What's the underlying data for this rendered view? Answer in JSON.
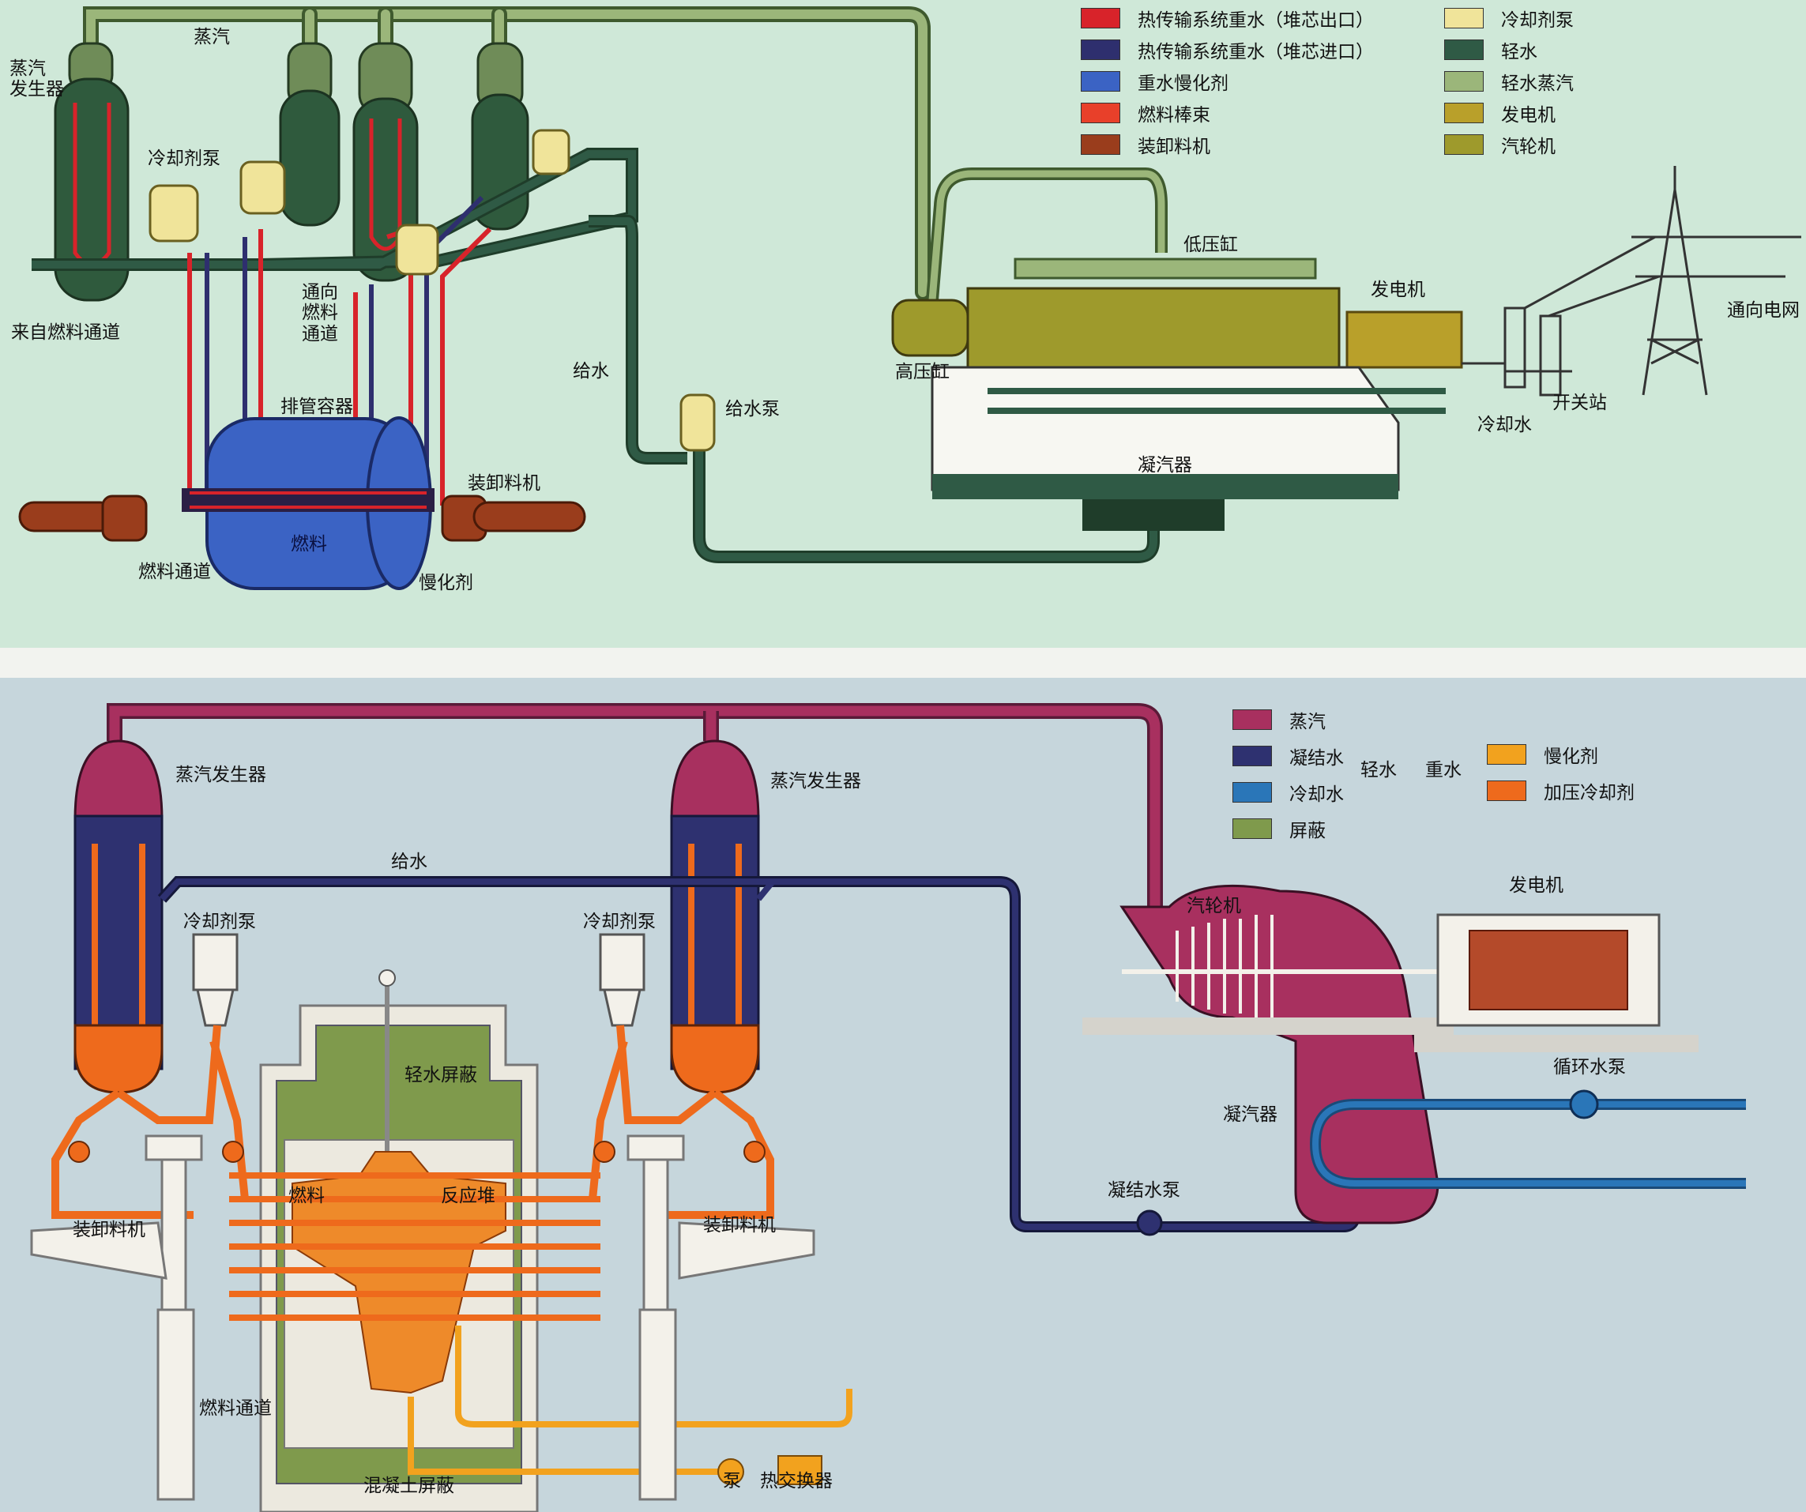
{
  "top": {
    "legend_left": [
      {
        "label": "热传输系统重水（堆芯出口）",
        "color": "#d8232a"
      },
      {
        "label": "热传输系统重水（堆芯进口）",
        "color": "#2e2f6e"
      },
      {
        "label": "重水慢化剂",
        "color": "#3b63c4"
      },
      {
        "label": "燃料棒束",
        "color": "#e8402a"
      },
      {
        "label": "装卸料机",
        "color": "#9a3d1c"
      }
    ],
    "legend_right": [
      {
        "label": "冷却剂泵",
        "color": "#f0e49a"
      },
      {
        "label": "轻水",
        "color": "#2f5a45"
      },
      {
        "label": "轻水蒸汽",
        "color": "#9bb67a"
      },
      {
        "label": "发电机",
        "color": "#b9a02a"
      },
      {
        "label": "汽轮机",
        "color": "#9e9a2c"
      }
    ],
    "labels": {
      "steam": "蒸汽",
      "steam_generator": "蒸汽\n发生器",
      "coolant_pump": "冷却剂泵",
      "to_fuel_channel": "通向\n燃料\n通道",
      "from_fuel_channel": "来自燃料通道",
      "header_vessel": "排管容器",
      "fueling_machine": "装卸料机",
      "fuel": "燃料",
      "fuel_channel": "燃料通道",
      "moderator": "慢化剂",
      "feedwater": "给水",
      "feedwater_pump": "给水泵",
      "low_pressure_cylinder": "低压缸",
      "high_pressure_cylinder": "高压缸",
      "generator": "发电机",
      "to_grid": "通向电网",
      "switchyard": "开关站",
      "cooling_water": "冷却水",
      "condenser": "凝汽器"
    }
  },
  "bottom": {
    "legend_light_water": [
      {
        "label": "蒸汽",
        "color": "#a8305f"
      },
      {
        "label": "凝结水",
        "color": "#2e3170"
      },
      {
        "label": "冷却水",
        "color": "#2a76b8"
      },
      {
        "label": "屏蔽",
        "color": "#7f9a4c"
      }
    ],
    "group_light_water": "轻水",
    "group_heavy_water": "重水",
    "legend_heavy_water": [
      {
        "label": "慢化剂",
        "color": "#f2a21e"
      },
      {
        "label": "加压冷却剂",
        "color": "#ee6a1c"
      }
    ],
    "labels": {
      "steam_generator_left": "蒸汽发生器",
      "steam_generator_right": "蒸汽发生器",
      "feedwater": "给水",
      "coolant_pump_left": "冷却剂泵",
      "coolant_pump_right": "冷却剂泵",
      "light_water_shield": "轻水屏蔽",
      "fuel": "燃料",
      "reactor": "反应堆",
      "fueling_machine_left": "装卸料机",
      "fueling_machine_right": "装卸料机",
      "fuel_channel": "燃料通道",
      "concrete_shield": "混凝土屏蔽",
      "pump": "泵",
      "heat_exchanger": "热交换器",
      "turbine": "汽轮机",
      "generator": "发电机",
      "circulating_pump": "循环水泵",
      "condenser": "凝汽器",
      "condensate_pump": "凝结水泵"
    }
  }
}
